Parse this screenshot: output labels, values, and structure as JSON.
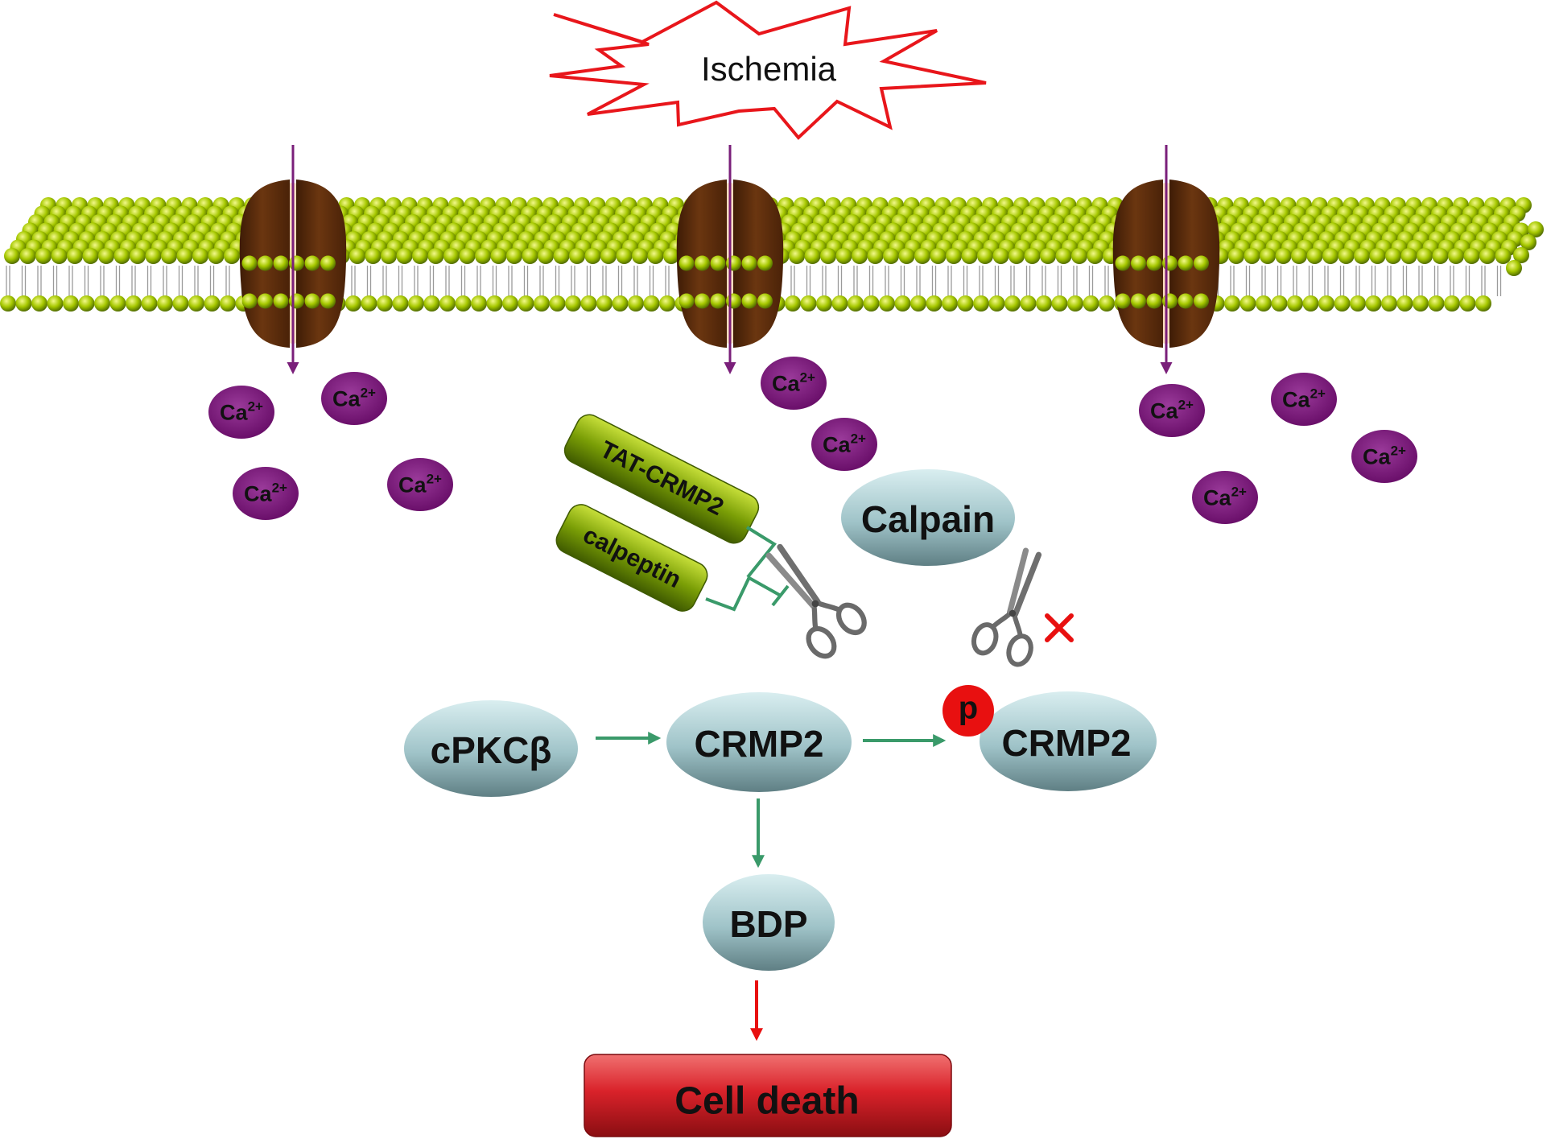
{
  "stimulus": {
    "label": "Ischemia",
    "outline_color": "#e8161b"
  },
  "ions": {
    "base": "Ca",
    "charge": "2+",
    "color": "#7a1a7a"
  },
  "nodes": {
    "calpain": "Calpain",
    "cpkc": "cPKCβ",
    "crmp2": "CRMP2",
    "crmp2_phospho": "CRMP2",
    "phospho": "p",
    "bdp": "BDP"
  },
  "inhibitors": {
    "tat_crmp2": "TAT-CRMP2",
    "calpeptin": "calpeptin"
  },
  "outcome": {
    "label": "Cell death",
    "color": "#d9222a"
  },
  "colors": {
    "node_fill": "#9fc3c8",
    "drug_fill": "#6b8f00",
    "membrane_head": "#a6c800",
    "channel": "#5e2e0e",
    "channel_pore": "#f0a860",
    "influx_arrow": "#7a1f7a",
    "pathway_arrow": "#3a9a6a",
    "phospho_marker": "#e81010",
    "block_mark": "#e81010"
  },
  "icons": [
    "scissors-icon",
    "block-x-icon"
  ]
}
